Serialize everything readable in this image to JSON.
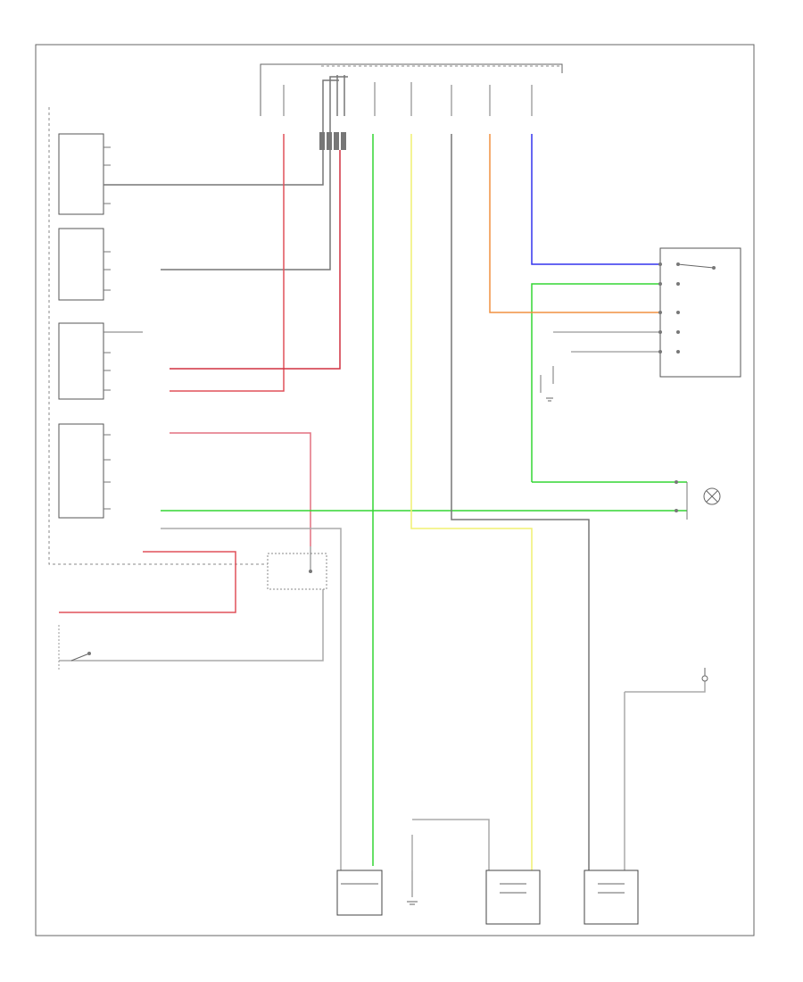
{
  "diagram": {
    "frame_label": "",
    "fuse_header": "",
    "fuse_top_note": "",
    "modules": [
      {
        "id": "m1",
        "name": "",
        "pin_labels": [
          "",
          "",
          ""
        ]
      },
      {
        "id": "m2",
        "name": "",
        "pin_labels": [
          "",
          "",
          ""
        ]
      },
      {
        "id": "m3",
        "name": "",
        "pin_labels": [
          "",
          "",
          ""
        ]
      },
      {
        "id": "m4",
        "name": "",
        "pin_labels": [
          "",
          "",
          ""
        ]
      }
    ],
    "wires": [
      {
        "id": "w-dark-gray",
        "color": "#777777"
      },
      {
        "id": "w-red",
        "color": "#e0505a"
      },
      {
        "id": "w-green",
        "color": "#33d633"
      },
      {
        "id": "w-yellow",
        "color": "#f0f070"
      },
      {
        "id": "w-orange",
        "color": "#f09040"
      },
      {
        "id": "w-blue",
        "color": "#3333ee"
      },
      {
        "id": "w-light-gray",
        "color": "#aaaaaa"
      }
    ],
    "components": [
      {
        "id": "switch-right",
        "name": ""
      },
      {
        "id": "lamp-right",
        "name": ""
      },
      {
        "id": "relay-center",
        "name": ""
      },
      {
        "id": "switch-left-bottom",
        "name": ""
      },
      {
        "id": "motor-left",
        "name": ""
      },
      {
        "id": "actuator-left",
        "name": ""
      },
      {
        "id": "actuator-right",
        "name": ""
      },
      {
        "id": "sensor-right-bottom",
        "name": ""
      }
    ],
    "footer_code": ""
  },
  "colors": {
    "frame": "#666666",
    "dark_gray_wire": "#777777",
    "red_wire": "#e0505a",
    "green_wire": "#33d633",
    "yellow_wire": "#f0f070",
    "orange_wire": "#f09040",
    "blue_wire": "#3333ee"
  }
}
